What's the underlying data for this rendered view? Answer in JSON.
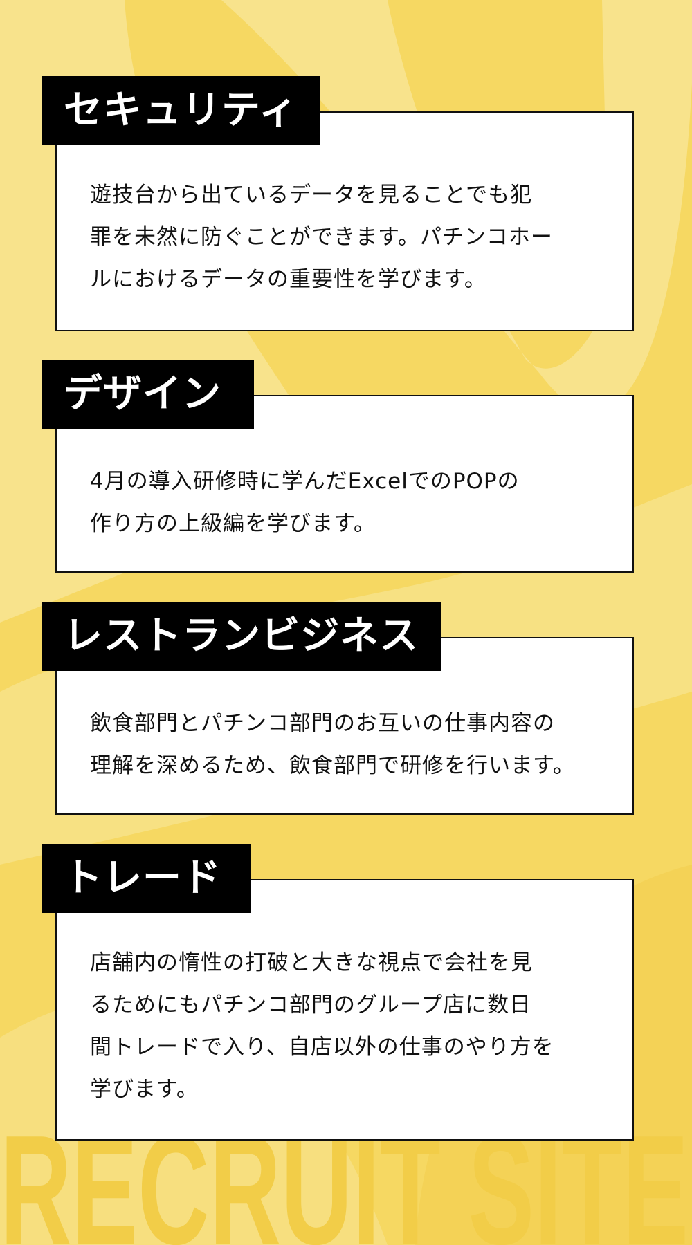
{
  "sections": [
    {
      "title": "セキュリティ",
      "lines": [
        "遊技台から出ているデータを見ることでも犯",
        "罪を未然に防ぐことができます。パチンコホー",
        "ルにおけるデータの重要性を学びます。"
      ]
    },
    {
      "title": "デザイン",
      "lines": [
        "4月の導入研修時に学んだExcelでのPOPの",
        "作り方の上級編を学びます。"
      ]
    },
    {
      "title": "レストランビジネス",
      "lines": [
        "飲食部門とパチンコ部門のお互いの仕事内容の",
        "理解を深めるため、飲食部門で研修を行います。"
      ]
    },
    {
      "title": "トレード",
      "lines": [
        "店舗内の惰性の打破と大きな視点で会社を見",
        "るためにもパチンコ部門のグループ店に数日",
        "間トレードで入り、自店以外の仕事のやり方を",
        "学びます。"
      ]
    }
  ],
  "watermark": "RECRUIT SITE",
  "colors": {
    "background": "#f6d862",
    "stripe": "#f8e38c",
    "tag": "#000000",
    "box": "#ffffff"
  }
}
